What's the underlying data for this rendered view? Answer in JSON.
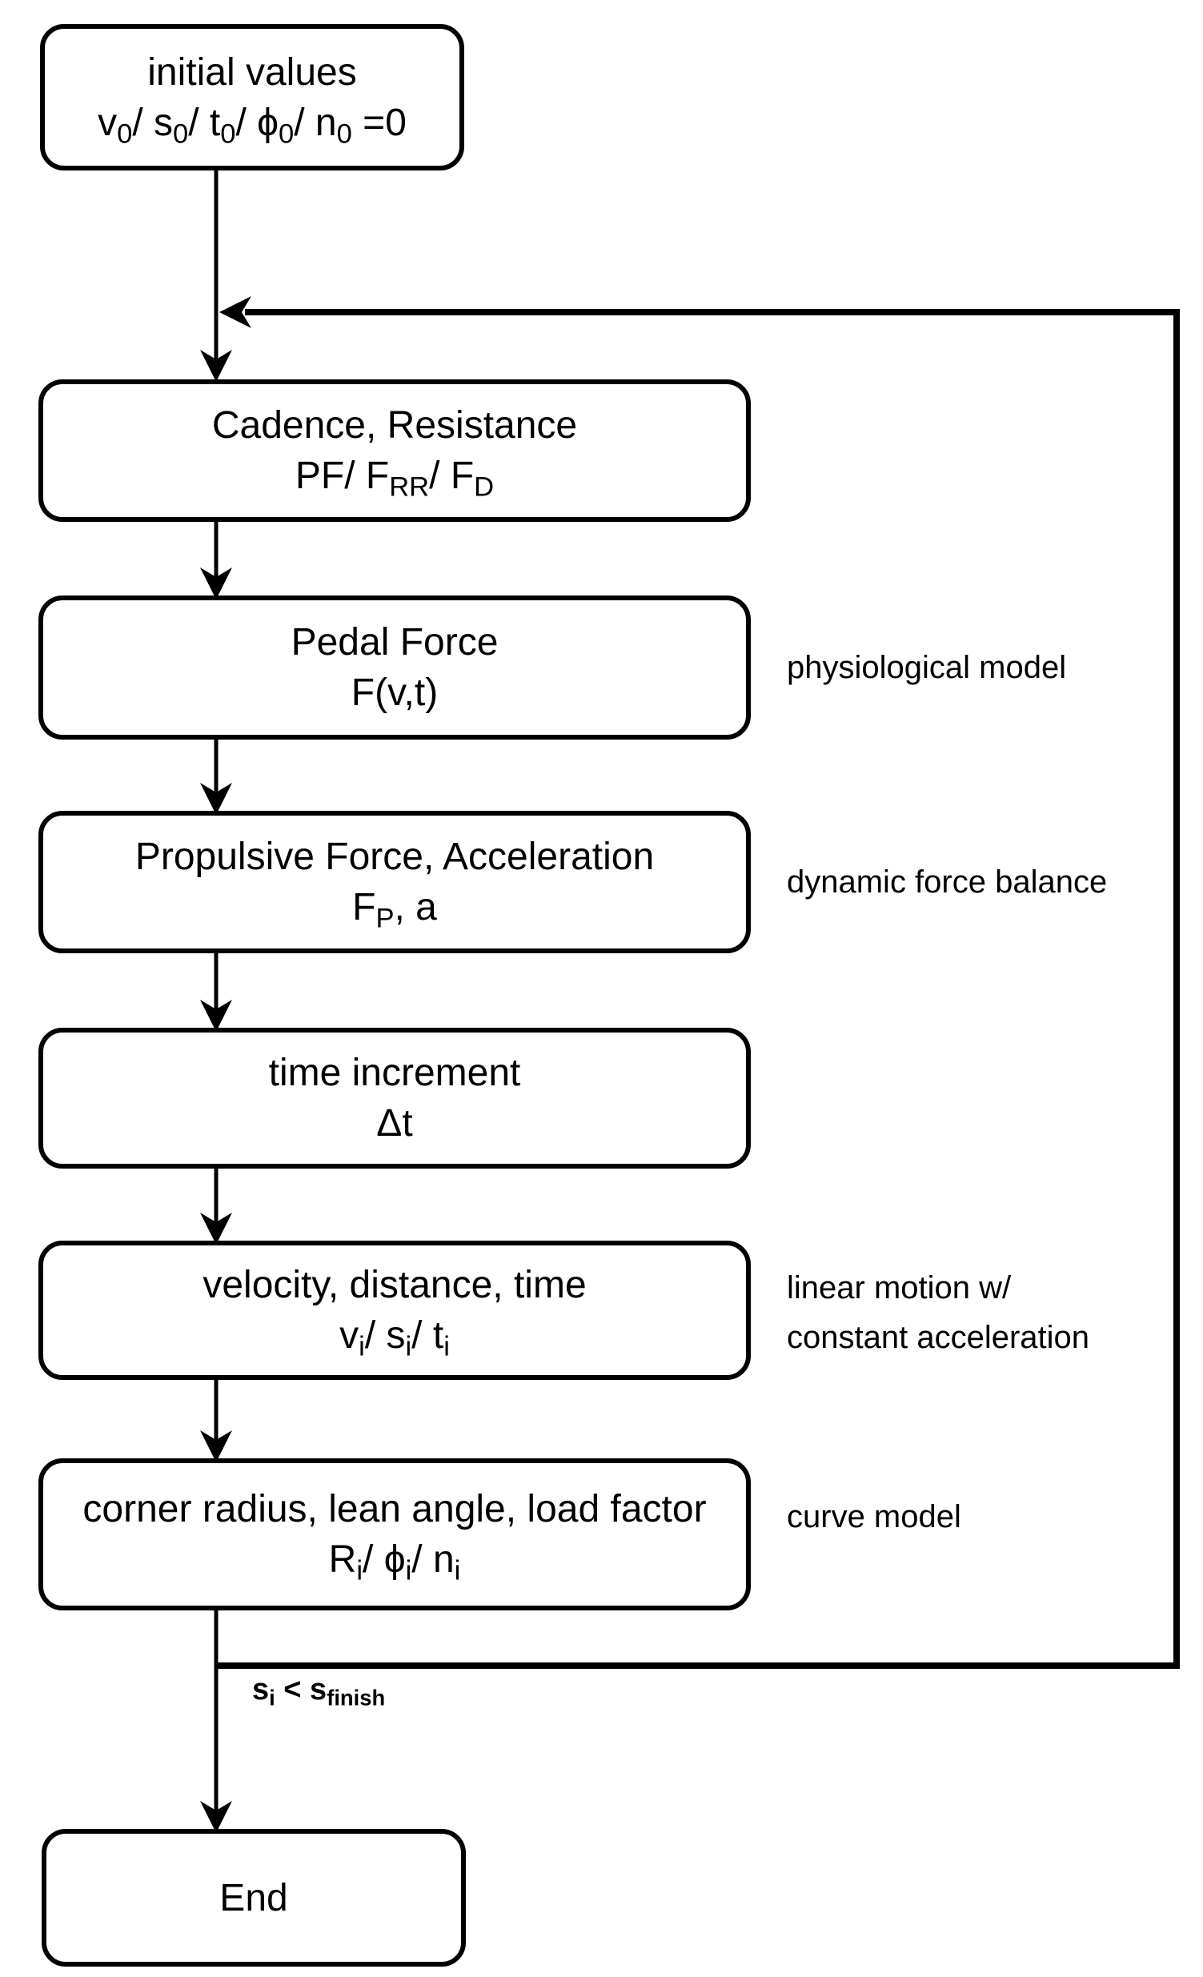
{
  "diagram": {
    "background_color": "#ffffff",
    "stroke_color": "#000000",
    "boxes": [
      {
        "id": "initial-values",
        "line1": "initial values",
        "line2": [
          {
            "t": "v"
          },
          {
            "sub": "0"
          },
          {
            "t": "/ s"
          },
          {
            "sub": "0"
          },
          {
            "t": "/ t"
          },
          {
            "sub": "0"
          },
          {
            "t": "/ ϕ"
          },
          {
            "sub": "0"
          },
          {
            "t": "/ n"
          },
          {
            "sub": "0"
          },
          {
            "t": " =0"
          }
        ]
      },
      {
        "id": "cadence-resistance",
        "line1": "Cadence, Resistance",
        "line2": [
          {
            "t": "PF/ F"
          },
          {
            "sub": "RR"
          },
          {
            "t": "/ F"
          },
          {
            "sub": "D"
          }
        ]
      },
      {
        "id": "pedal-force",
        "line1": "Pedal Force",
        "line2": [
          {
            "t": "F(v,t)"
          }
        ]
      },
      {
        "id": "propulsive-force-acceleration",
        "line1": "Propulsive Force, Acceleration",
        "line2": [
          {
            "t": "F"
          },
          {
            "sub": "P"
          },
          {
            "t": ", a"
          }
        ]
      },
      {
        "id": "time-increment",
        "line1": "time increment",
        "line2": [
          {
            "t": "Δt"
          }
        ]
      },
      {
        "id": "velocity-distance-time",
        "line1": "velocity, distance, time",
        "line2": [
          {
            "t": "v"
          },
          {
            "sub": "i"
          },
          {
            "t": "/ s"
          },
          {
            "sub": "i"
          },
          {
            "t": "/ t"
          },
          {
            "sub": "i"
          }
        ]
      },
      {
        "id": "corner-radius-lean-angle-load-factor",
        "line1": "corner radius, lean angle, load factor",
        "line2": [
          {
            "t": "R"
          },
          {
            "sub": "i"
          },
          {
            "t": "/ ϕ"
          },
          {
            "sub": "i"
          },
          {
            "t": "/ n"
          },
          {
            "sub": "i"
          }
        ]
      },
      {
        "id": "end",
        "line1": "End",
        "line2": []
      }
    ],
    "side_labels": [
      {
        "id": "physiological-model",
        "lines": [
          "physiological model"
        ]
      },
      {
        "id": "dynamic-force-balance",
        "lines": [
          "dynamic force balance"
        ]
      },
      {
        "id": "linear-motion",
        "lines": [
          "linear motion w/",
          "constant acceleration"
        ]
      },
      {
        "id": "curve-model",
        "lines": [
          "curve model"
        ]
      }
    ],
    "loop_condition": [
      {
        "t": "s"
      },
      {
        "sub": "i"
      },
      {
        "t": " < s"
      },
      {
        "sub": "finish"
      }
    ]
  }
}
